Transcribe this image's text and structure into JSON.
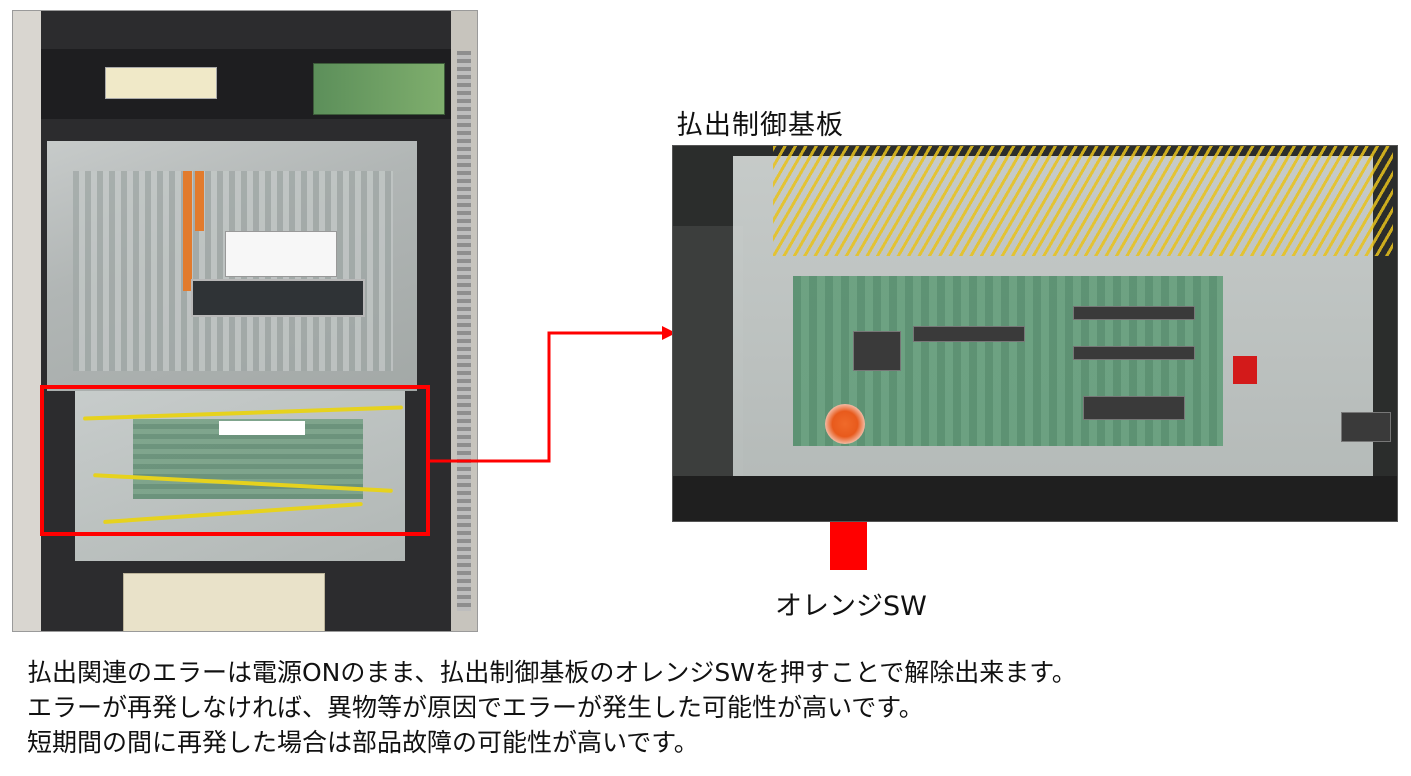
{
  "board_title": "払出制御基板",
  "switch_label": "オレンジSW",
  "caption": {
    "line1": "払出関連のエラーは電源ONのまま、払出制御基板のオレンジSWを押すことで解除出来ます。",
    "line2": "エラーが再発しなければ、異物等が原因でエラーが発生した可能性が高いです。",
    "line3": "短期間の間に再発した場合は部品故障の可能性が高いです。"
  },
  "colors": {
    "highlight": "#ff0000",
    "orange_switch": "#e85a1c",
    "wire": "#e8c21b"
  }
}
